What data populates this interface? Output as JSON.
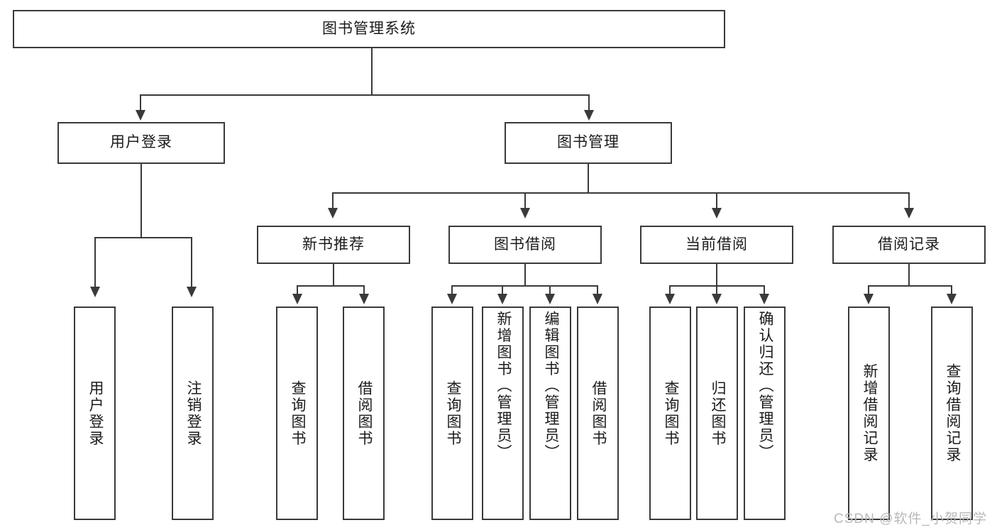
{
  "diagram": {
    "title": "图书管理系统",
    "watermark": "CSDN @软件_小贺同学",
    "root": {
      "label": "图书管理系统"
    },
    "level2": [
      {
        "label": "用户登录"
      },
      {
        "label": "图书管理"
      }
    ],
    "level3": [
      {
        "label": "新书推荐"
      },
      {
        "label": "图书借阅"
      },
      {
        "label": "当前借阅"
      },
      {
        "label": "借阅记录"
      }
    ],
    "leaves": {
      "user_login": [
        {
          "label": "用户登录"
        },
        {
          "label": "注销登录"
        }
      ],
      "new_book": [
        {
          "label": "查询图书"
        },
        {
          "label": "借阅图书"
        }
      ],
      "book_borrow": [
        {
          "label": "查询图书"
        },
        {
          "label": "新增图书（管理员）"
        },
        {
          "label": "编辑图书（管理员）"
        },
        {
          "label": "借阅图书"
        }
      ],
      "current_borrow": [
        {
          "label": "查询图书"
        },
        {
          "label": "归还图书"
        },
        {
          "label": "确认归还（管理员）"
        }
      ],
      "borrow_record": [
        {
          "label": "新增借阅记录"
        },
        {
          "label": "查询借阅记录"
        }
      ]
    },
    "colors": {
      "stroke": "#3a3a3a",
      "text": "#1b1b1b",
      "background": "#ffffff",
      "watermark": "#b9b9b9"
    }
  }
}
